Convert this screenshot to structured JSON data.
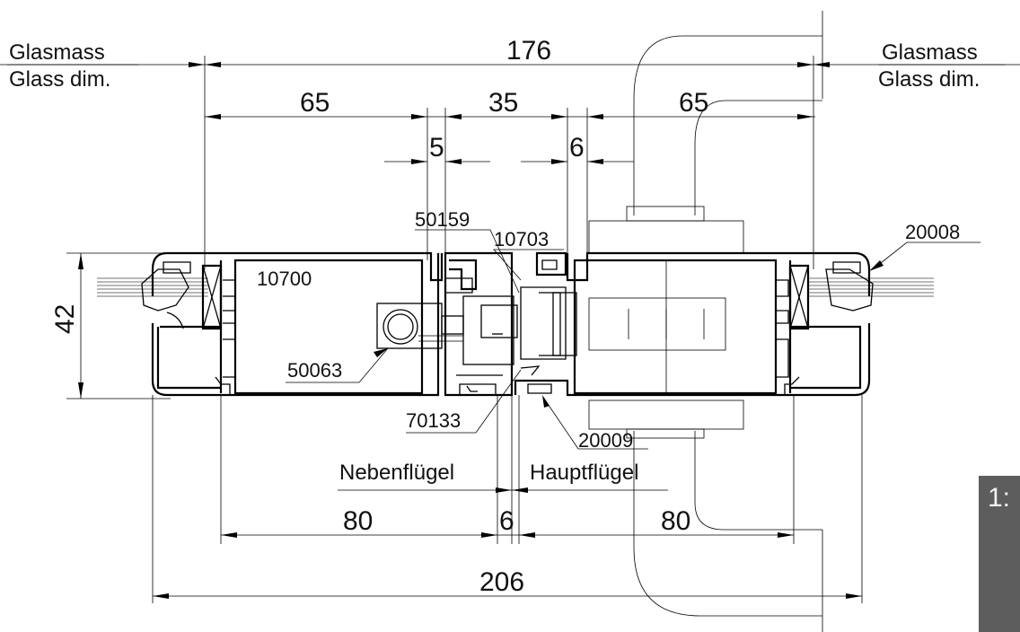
{
  "labels": {
    "glasmass_left": "Glasmass",
    "glassdim_left": "Glass dim.",
    "glasmass_right": "Glasmass",
    "glassdim_right": "Glass dim.",
    "neben": "Nebenflügel",
    "haupt": "Hauptflügel"
  },
  "dimensions": {
    "total_glass": "176",
    "left_glass": "65",
    "middle": "35",
    "right_glass": "65",
    "gap_left": "5",
    "gap_right": "6",
    "height": "42",
    "sash_left": "80",
    "sash_gap": "6",
    "sash_right": "80",
    "total_frame": "206"
  },
  "part_numbers": {
    "p50159": "50159",
    "p10703": "10703",
    "p10700": "10700",
    "p20008": "20008",
    "p50063": "50063",
    "p70133": "70133",
    "p20009": "20009"
  },
  "scale_tab": {
    "text": "1:"
  }
}
